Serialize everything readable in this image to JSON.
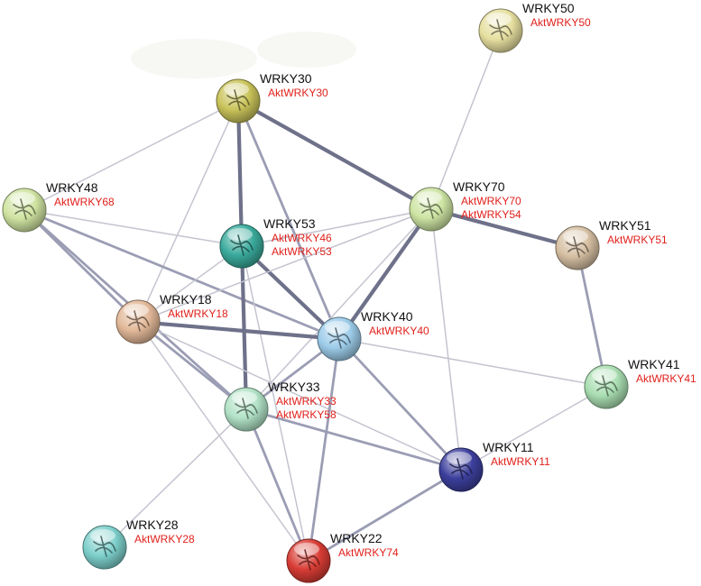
{
  "network": {
    "alias_color": "#e0201b",
    "nodes": [
      {
        "id": "WRKY50",
        "label": "WRKY50",
        "aliases": [
          "AktWRKY50"
        ],
        "color": "#e6dfa0"
      },
      {
        "id": "WRKY30",
        "label": "WRKY30",
        "aliases": [
          "AktWRKY30"
        ],
        "color": "#c9c35a"
      },
      {
        "id": "WRKY48",
        "label": "WRKY48",
        "aliases": [
          "AktWRKY68"
        ],
        "color": "#cfe3a1"
      },
      {
        "id": "WRKY70",
        "label": "WRKY70",
        "aliases": [
          "AktWRKY70",
          "AktWRKY54"
        ],
        "color": "#cde4a3"
      },
      {
        "id": "WRKY53",
        "label": "WRKY53",
        "aliases": [
          "AktWRKY46",
          "AktWRKY53"
        ],
        "color": "#3aaa9c"
      },
      {
        "id": "WRKY51",
        "label": "WRKY51",
        "aliases": [
          "AktWRKY51"
        ],
        "color": "#d5bfa2"
      },
      {
        "id": "WRKY18",
        "label": "WRKY18",
        "aliases": [
          "AktWRKY18"
        ],
        "color": "#e2b898"
      },
      {
        "id": "WRKY40",
        "label": "WRKY40",
        "aliases": [
          "AktWRKY40"
        ],
        "color": "#9ccbe9"
      },
      {
        "id": "WRKY41",
        "label": "WRKY41",
        "aliases": [
          "AktWRKY41"
        ],
        "color": "#a9deb1"
      },
      {
        "id": "WRKY33",
        "label": "WRKY33",
        "aliases": [
          "AktWRKY33",
          "AktWRKY58"
        ],
        "color": "#b1e2c6"
      },
      {
        "id": "WRKY11",
        "label": "WRKY11",
        "aliases": [
          "AktWRKY11"
        ],
        "color": "#3c3f9c"
      },
      {
        "id": "WRKY28",
        "label": "WRKY28",
        "aliases": [
          "AktWRKY28"
        ],
        "color": "#7dcfcb"
      },
      {
        "id": "WRKY22",
        "label": "WRKY22",
        "aliases": [
          "AktWRKY74"
        ],
        "color": "#d83c35"
      }
    ],
    "edges": [
      {
        "from": "WRKY50",
        "to": "WRKY70",
        "strength": 1
      },
      {
        "from": "WRKY30",
        "to": "WRKY70",
        "strength": 3
      },
      {
        "from": "WRKY30",
        "to": "WRKY53",
        "strength": 3
      },
      {
        "from": "WRKY30",
        "to": "WRKY48",
        "strength": 1
      },
      {
        "from": "WRKY30",
        "to": "WRKY18",
        "strength": 1
      },
      {
        "from": "WRKY30",
        "to": "WRKY40",
        "strength": 2
      },
      {
        "from": "WRKY48",
        "to": "WRKY18",
        "strength": 2
      },
      {
        "from": "WRKY48",
        "to": "WRKY40",
        "strength": 2
      },
      {
        "from": "WRKY48",
        "to": "WRKY53",
        "strength": 1
      },
      {
        "from": "WRKY48",
        "to": "WRKY33",
        "strength": 2
      },
      {
        "from": "WRKY53",
        "to": "WRKY70",
        "strength": 1
      },
      {
        "from": "WRKY53",
        "to": "WRKY40",
        "strength": 3
      },
      {
        "from": "WRKY53",
        "to": "WRKY33",
        "strength": 3
      },
      {
        "from": "WRKY53",
        "to": "WRKY18",
        "strength": 1
      },
      {
        "from": "WRKY53",
        "to": "WRKY22",
        "strength": 1
      },
      {
        "from": "WRKY70",
        "to": "WRKY51",
        "strength": 3
      },
      {
        "from": "WRKY70",
        "to": "WRKY40",
        "strength": 3
      },
      {
        "from": "WRKY70",
        "to": "WRKY18",
        "strength": 1
      },
      {
        "from": "WRKY70",
        "to": "WRKY33",
        "strength": 1
      },
      {
        "from": "WRKY70",
        "to": "WRKY11",
        "strength": 1
      },
      {
        "from": "WRKY51",
        "to": "WRKY41",
        "strength": 2
      },
      {
        "from": "WRKY18",
        "to": "WRKY40",
        "strength": 3
      },
      {
        "from": "WRKY18",
        "to": "WRKY33",
        "strength": 2
      },
      {
        "from": "WRKY18",
        "to": "WRKY22",
        "strength": 1
      },
      {
        "from": "WRKY18",
        "to": "WRKY11",
        "strength": 1
      },
      {
        "from": "WRKY40",
        "to": "WRKY41",
        "strength": 1
      },
      {
        "from": "WRKY40",
        "to": "WRKY33",
        "strength": 2
      },
      {
        "from": "WRKY40",
        "to": "WRKY11",
        "strength": 2
      },
      {
        "from": "WRKY40",
        "to": "WRKY22",
        "strength": 2
      },
      {
        "from": "WRKY41",
        "to": "WRKY11",
        "strength": 1
      },
      {
        "from": "WRKY33",
        "to": "WRKY11",
        "strength": 2
      },
      {
        "from": "WRKY33",
        "to": "WRKY22",
        "strength": 2
      },
      {
        "from": "WRKY33",
        "to": "WRKY28",
        "strength": 1
      },
      {
        "from": "WRKY11",
        "to": "WRKY22",
        "strength": 2
      }
    ]
  }
}
